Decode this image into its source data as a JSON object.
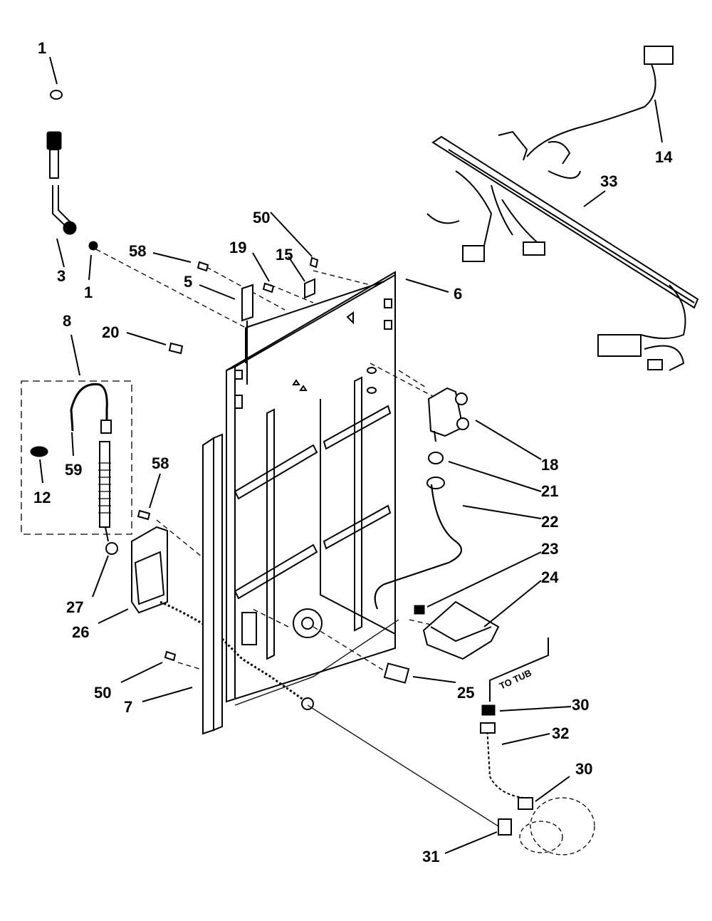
{
  "callouts": {
    "p1_top": "1",
    "p1_lower": "1",
    "p3": "3",
    "p5": "5",
    "p6": "6",
    "p7": "7",
    "p8": "8",
    "p12": "12",
    "p14": "14",
    "p15": "15",
    "p18": "18",
    "p19": "19",
    "p20": "20",
    "p21": "21",
    "p22": "22",
    "p23": "23",
    "p24": "24",
    "p25": "25",
    "p26": "26",
    "p27": "27",
    "p30_upper": "30",
    "p30_lower": "30",
    "p31": "31",
    "p32": "32",
    "p33": "33",
    "p50_upper": "50",
    "p50_lower": "50",
    "p58_upper": "58",
    "p58_lower": "58",
    "p59": "59"
  },
  "annotation": {
    "to_tub": "TO TUB"
  }
}
